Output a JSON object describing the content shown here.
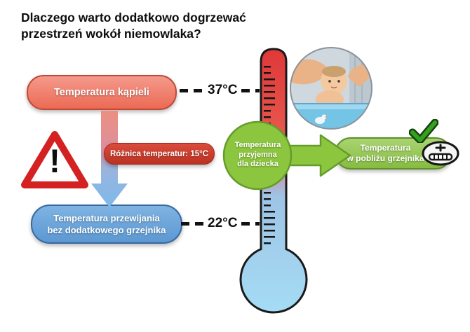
{
  "title": {
    "line1": "Dlaczego warto dodatkowo dogrzewać",
    "line2": "przestrzeń wokół niemowlaka?"
  },
  "bath": {
    "label": "Temperatura kąpieli",
    "temp": "37°C"
  },
  "changing": {
    "line1": "Temperatura przewijania",
    "line2": "bez dodatkowego grzejnika",
    "temp": "22°C"
  },
  "difference": {
    "label": "Różnica temperatur: 15°C"
  },
  "pleasant": {
    "line1": "Temperatura",
    "line2": "przyjemna",
    "line3": "dla dziecka"
  },
  "heater": {
    "line1": "Temperatura",
    "line2": "w pobliżu grzejnika"
  },
  "warning": {
    "mark": "!"
  },
  "icons": {
    "warning": "warning-triangle-icon",
    "check": "check-icon",
    "heater_symbol": "radiator-icon",
    "photo": "baby-bath-photo",
    "down_arrow": "gradient-down-arrow-icon",
    "right_arrow": "green-right-arrow-icon",
    "thermometer": "thermometer-icon"
  },
  "colors": {
    "bath_red": "#ec6a55",
    "changing_blue": "#5c98d2",
    "pleasant_green": "#8cc63e",
    "difference_red": "#bc3122",
    "thermo_top": "#df3838",
    "thermo_bottom": "#a5dcf4"
  }
}
